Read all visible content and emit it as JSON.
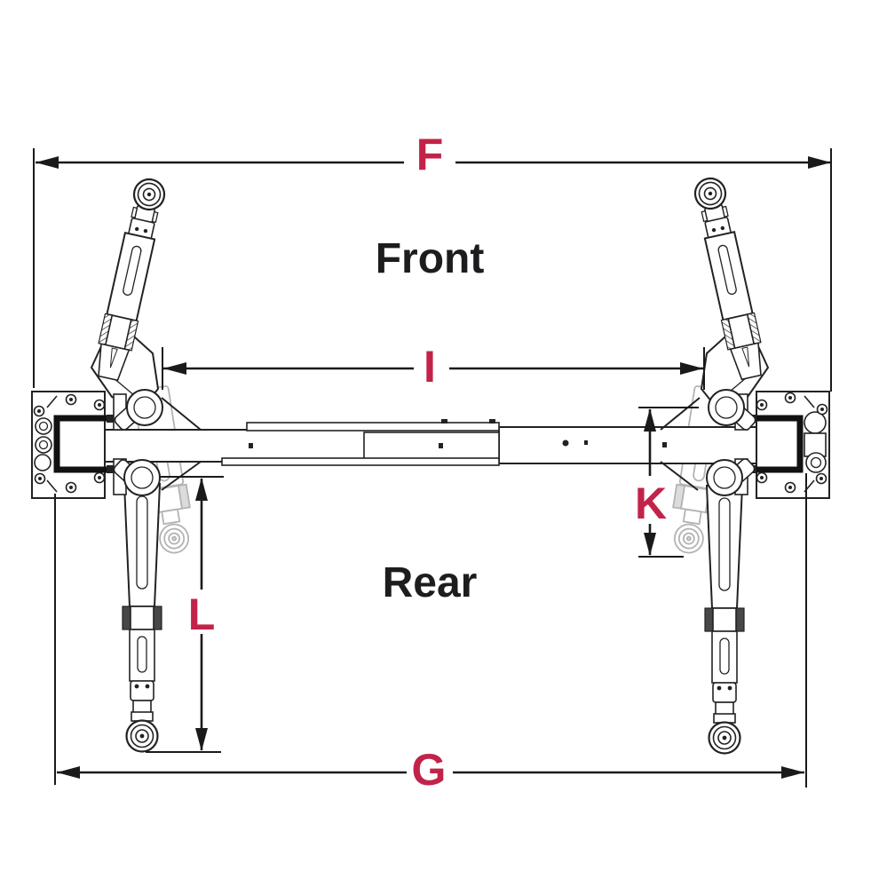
{
  "page": {
    "background": "#ffffff"
  },
  "diagram": {
    "type": "technical-dimension-drawing",
    "side_labels": {
      "front": "Front",
      "rear": "Rear"
    },
    "dimension_labels": {
      "f": "F",
      "i": "I",
      "k": "K",
      "l": "L",
      "g": "G"
    },
    "colors": {
      "dimension_label": "#c22349",
      "side_label": "#1d1d1f",
      "ink": "#222222",
      "ghost": "#b3b3b3",
      "background": "#ffffff"
    }
  }
}
